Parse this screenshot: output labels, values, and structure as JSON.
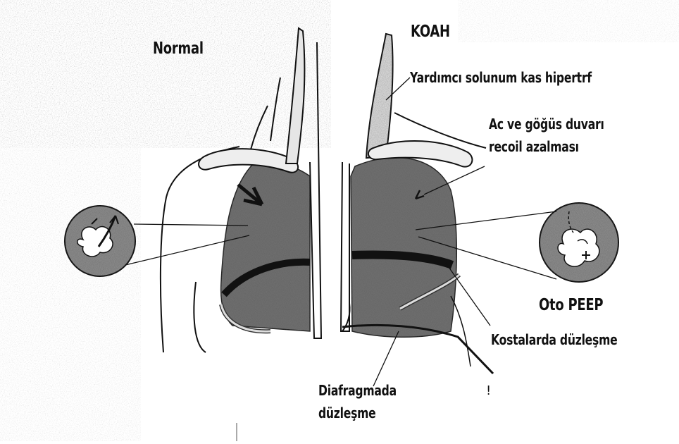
{
  "figure": {
    "labels": {
      "normal": "Normal",
      "copd": "KOAH",
      "accessory_muscle": "Yardımcı solunum kas hipertrf",
      "lung_recoil_line1": "Ac ve göğüs duvarı",
      "lung_recoil_line2": "recoil azalması",
      "auto_peep": "Oto  PEEP",
      "rib_flattening": "Kostalarda düzleşme",
      "diaphragm_line1": "Diafragmada",
      "diaphragm_line2": "düzleşme"
    },
    "colors": {
      "ink": "#111111",
      "lung_fill": "#6f6f6f",
      "background_speckle": "#bdbdbd",
      "paper": "#ffffff"
    }
  }
}
